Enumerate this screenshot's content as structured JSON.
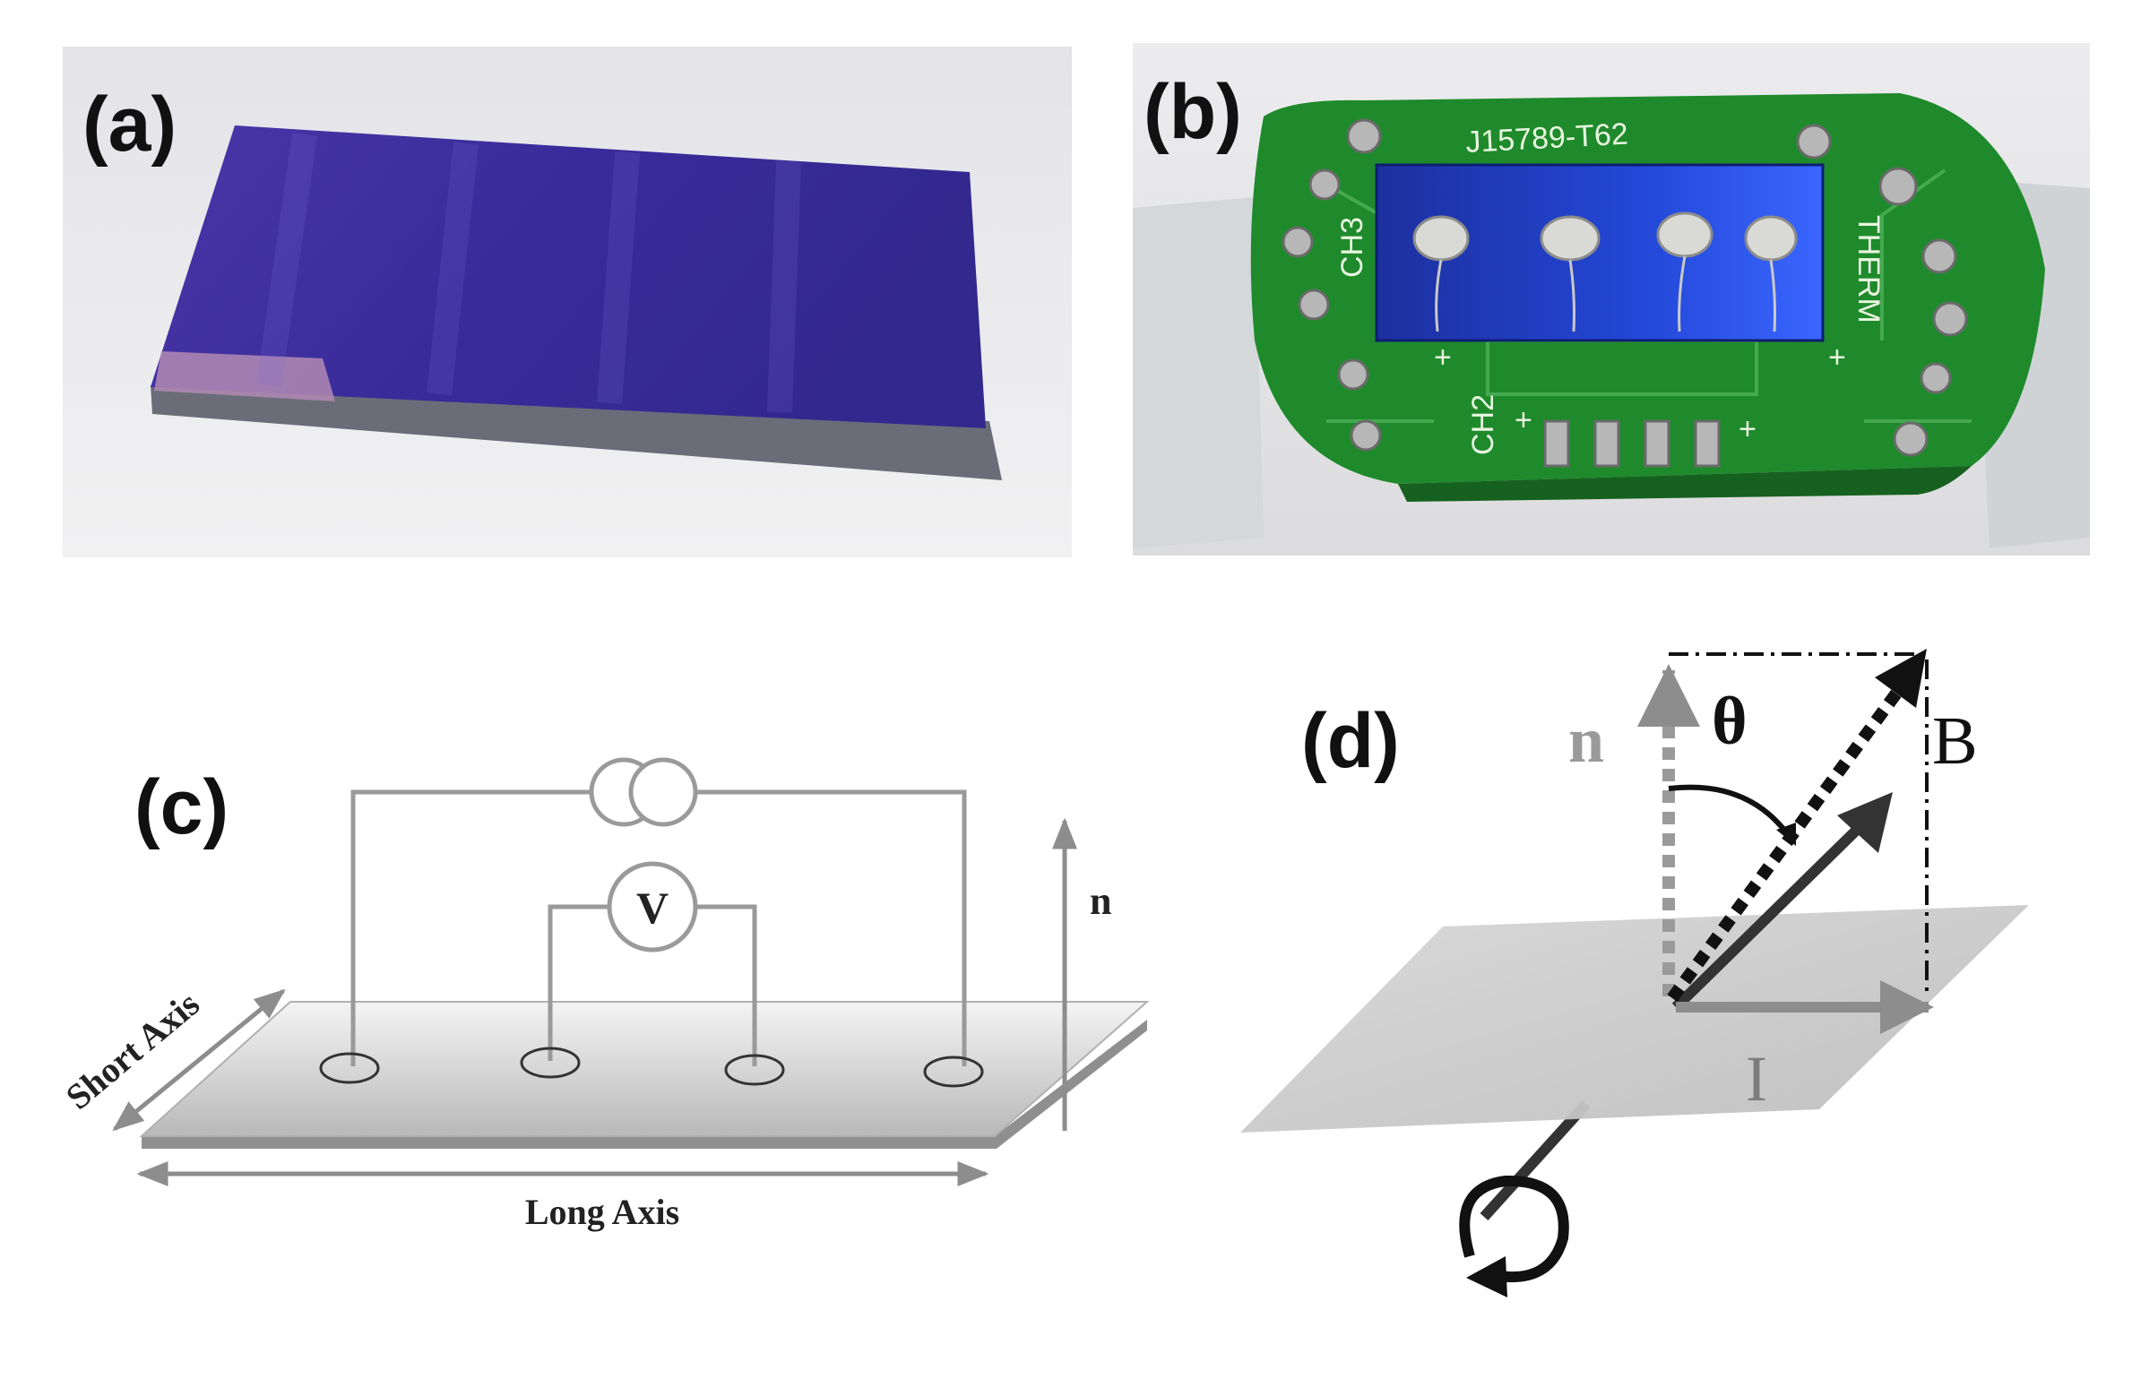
{
  "panels": {
    "a": {
      "label": "(a)"
    },
    "b": {
      "label": "(b)",
      "board_texts": [
        "J15789-T62",
        "CH3",
        "CH2",
        "THERM",
        "+",
        "+",
        "+",
        "+"
      ]
    },
    "c": {
      "label": "(c)",
      "voltmeter_symbol": "V",
      "normal_label": "n",
      "short_axis_label": "Short Axis",
      "long_axis_label": "Long Axis"
    },
    "d": {
      "label": "(d)",
      "normal_label": "n",
      "angle_label": "θ",
      "field_label": "B",
      "current_label": "I"
    }
  },
  "colors": {
    "wafer": "#3b2b9c",
    "pcb_green": "#1f8a2c",
    "sample_blue": "#1d3fd0",
    "diagram_gray": "#9a9a9a",
    "plate_gray": "#c9c9c9"
  }
}
